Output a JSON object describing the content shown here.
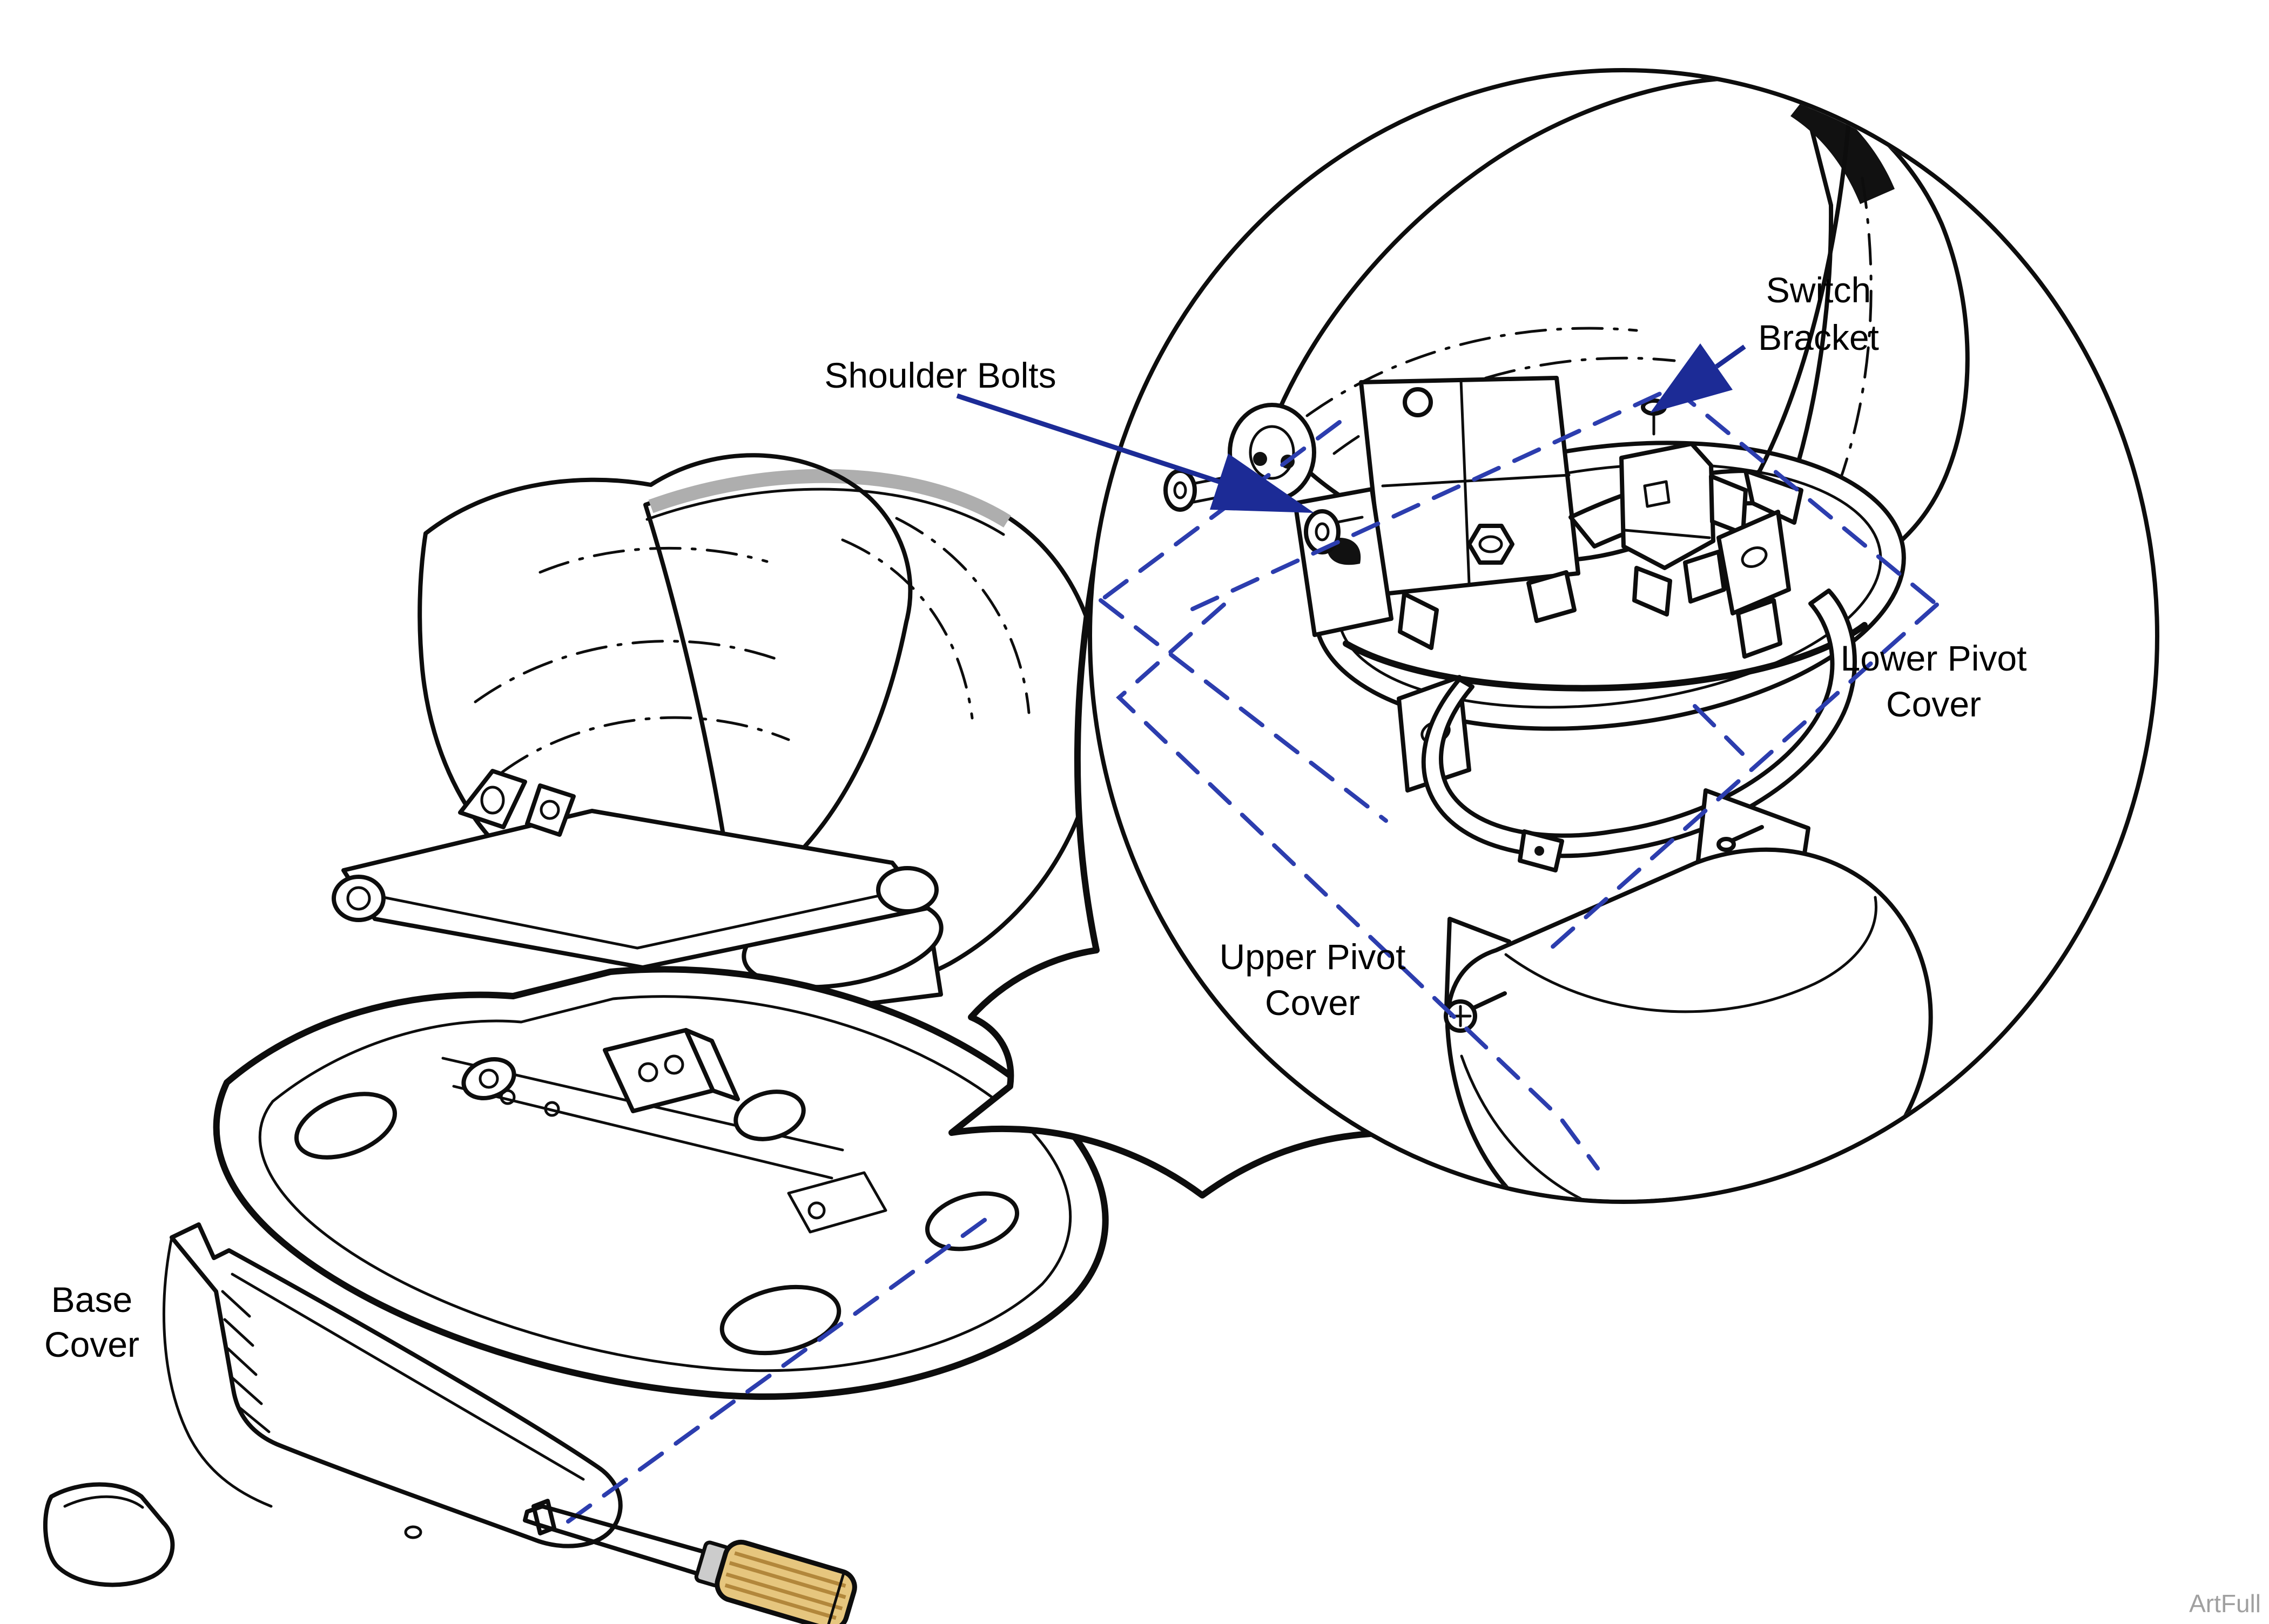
{
  "diagram": {
    "labels": {
      "shoulder_bolts": {
        "text": "Shoulder Bolts"
      },
      "switch_bracket": {
        "line1": "Switch",
        "line2": "Bracket"
      },
      "lower_pivot_cover": {
        "line1": "Lower Pivot",
        "line2": "Cover"
      },
      "upper_pivot_cover": {
        "line1": "Upper Pivot",
        "line2": "Cover"
      },
      "base_cover": {
        "line1": "Base",
        "line2": "Cover"
      }
    },
    "watermark": "ArtFull",
    "colors": {
      "callout_blue": "#1c2b96",
      "dash_blue": "#2c3dae",
      "label_black": "#000000",
      "line_black": "#0d0d0d",
      "cushion_gray": "#bebebe",
      "watermark_gray": "#a0a0a0",
      "handle_tan": "#e6c67e",
      "handle_stripe": "#b2873b",
      "shaft_gray": "#d9d9d9"
    }
  }
}
